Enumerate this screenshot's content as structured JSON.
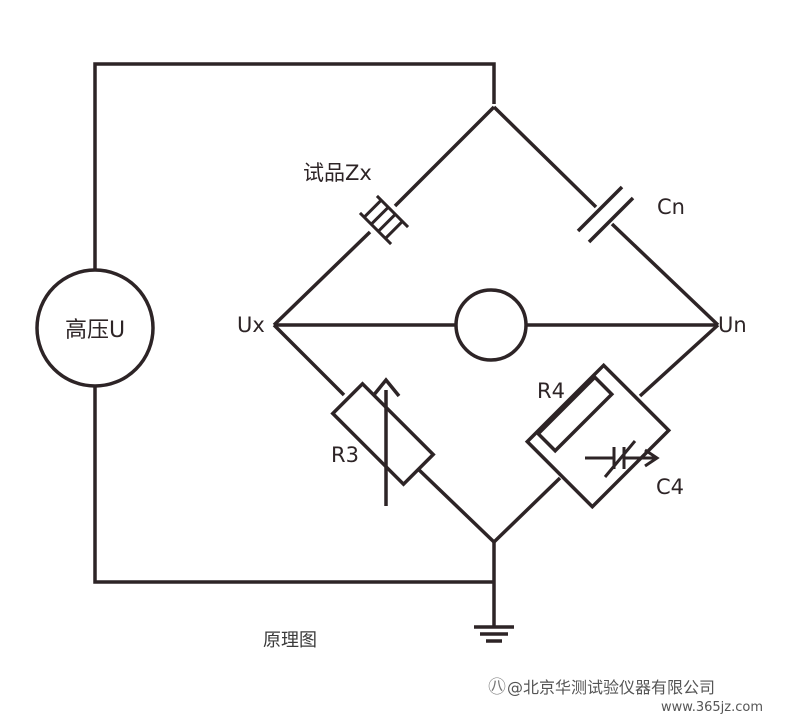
{
  "diagram": {
    "labels": {
      "source": "高压U",
      "sample": "试品Zx",
      "capacitor_n": "Cn",
      "node_left": "Ux",
      "node_right": "Un",
      "resistor_3": "R3",
      "resistor_4": "R4",
      "capacitor_4": "C4"
    },
    "caption": "原理图",
    "watermark": {
      "symbol": "㊇",
      "company": "@北京华测试验仪器有限公司",
      "site": "www.365jz.com"
    }
  },
  "colors": {
    "line": "#2d2426",
    "background": "#ffffff",
    "caption": "#3a3a3a",
    "watermark": "#555555"
  }
}
